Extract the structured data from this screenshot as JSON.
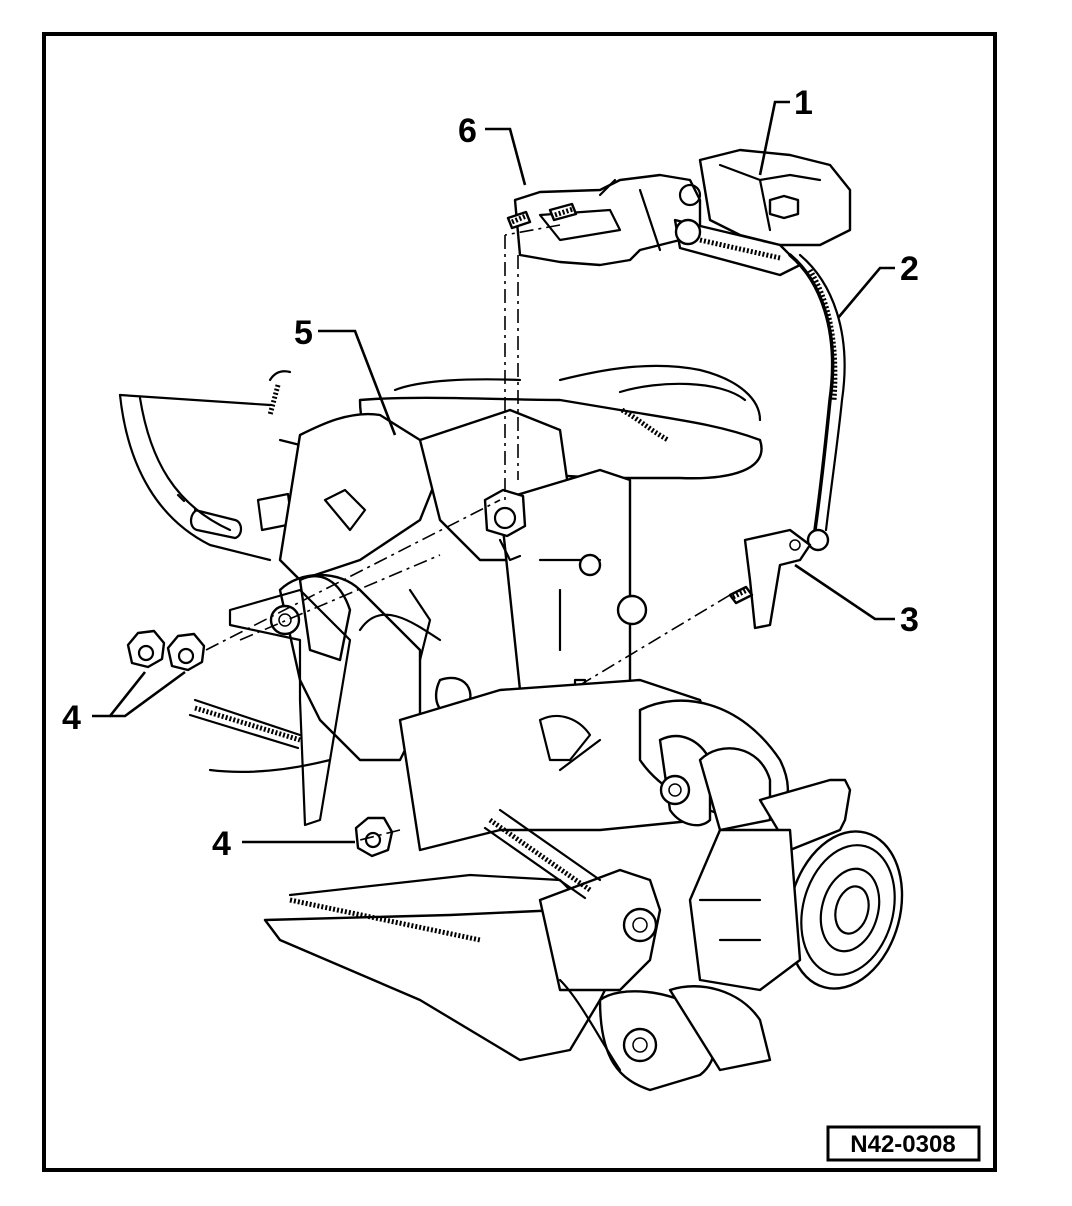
{
  "figure": {
    "reference_code": "N42-0308",
    "callouts": [
      {
        "id": "callout-1",
        "label": "1"
      },
      {
        "id": "callout-2",
        "label": "2"
      },
      {
        "id": "callout-3",
        "label": "3"
      },
      {
        "id": "callout-4a",
        "label": "4"
      },
      {
        "id": "callout-4b",
        "label": "4"
      },
      {
        "id": "callout-5",
        "label": "5"
      },
      {
        "id": "callout-6",
        "label": "6"
      }
    ]
  }
}
